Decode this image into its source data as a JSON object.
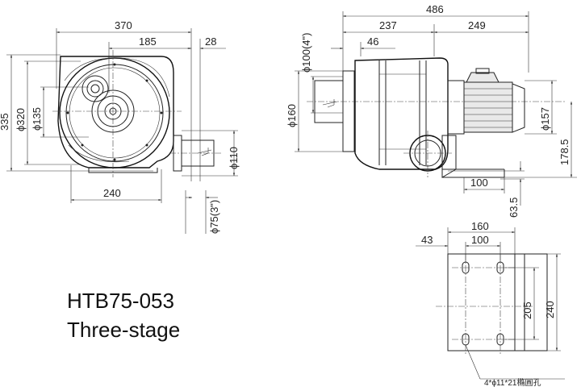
{
  "model": {
    "name": "HTB75-053",
    "stage": "Three-stage"
  },
  "front_view": {
    "width_370": "370",
    "dim_185": "185",
    "dim_28": "28",
    "height_335": "335",
    "dia_320": "ϕ320",
    "dia_135": "ϕ135",
    "dia_110": "ϕ110",
    "width_240": "240",
    "dia_75": "ϕ75(3\")"
  },
  "side_view": {
    "length_486": "486",
    "dim_237": "237",
    "dim_249": "249",
    "dim_46": "46",
    "dia_100": "ϕ100(4\")",
    "dia_160": "ϕ160",
    "dia_157": "ϕ157",
    "dim_178_5": "178.5",
    "dim_100": "100",
    "dim_63_5": "63.5"
  },
  "base_plate": {
    "dim_160": "160",
    "dim_43": "43",
    "dim_100": "100",
    "dim_205": "205",
    "dim_240": "240",
    "holes_note": "4*ϕ11*21橢圓孔"
  }
}
